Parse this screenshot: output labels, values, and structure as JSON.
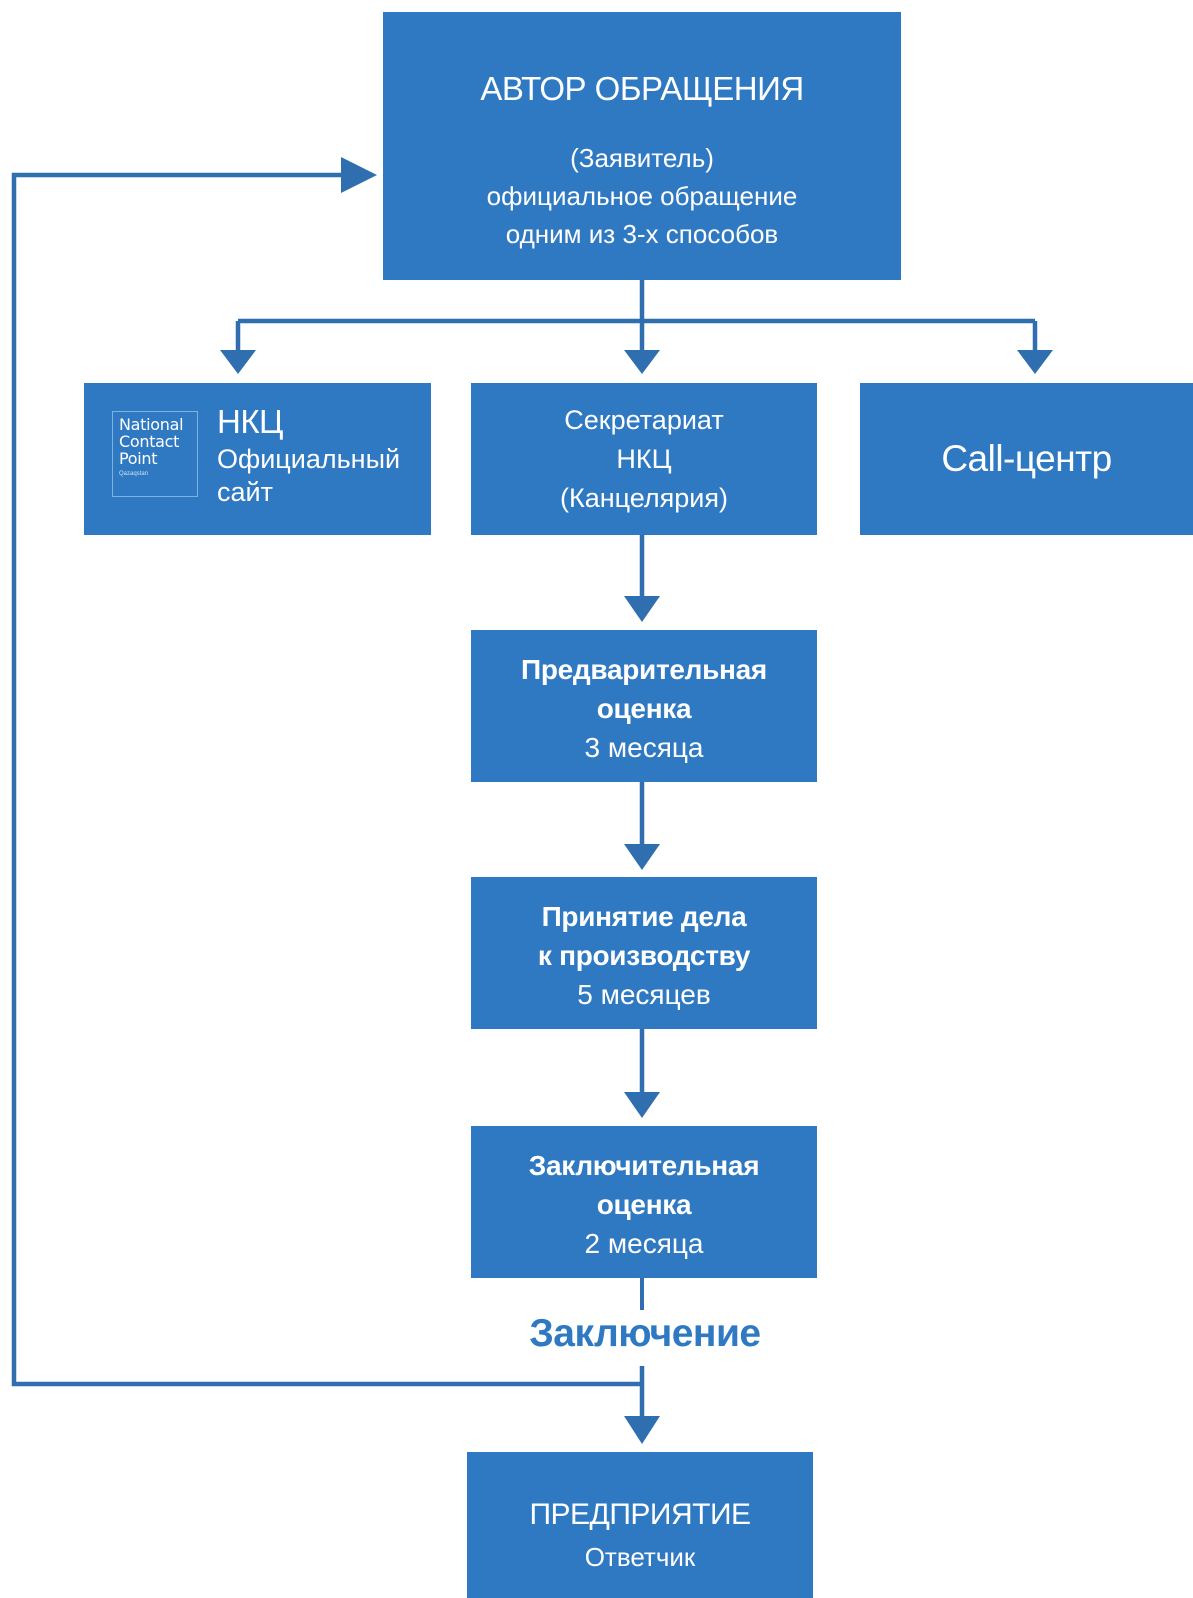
{
  "colors": {
    "box_fill": "#2f79c2",
    "connector": "#2f6fb0",
    "text_on_box": "#ffffff",
    "conclusion_text": "#2f79c2"
  },
  "author": {
    "title": "АВТОР ОБРАЩЕНИЯ",
    "lines": [
      "(Заявитель)",
      "официальное обращение",
      "одним из 3-х способов"
    ]
  },
  "website": {
    "logo_lines": [
      "National",
      "Contact",
      "Point"
    ],
    "logo_small": "Qazaqstan",
    "title": "НКЦ",
    "lines": [
      "Официальный",
      "сайт"
    ]
  },
  "secretariat": {
    "lines": [
      "Секретариат",
      "НКЦ",
      "(Канцелярия)"
    ]
  },
  "callcenter": {
    "title": "Call-центр"
  },
  "preliminary": {
    "lines": [
      "Предварительная",
      "оценка"
    ],
    "duration": "3 месяца"
  },
  "acceptance": {
    "lines": [
      "Принятие дела",
      "к производству"
    ],
    "duration": "5 месяцев"
  },
  "final": {
    "lines": [
      "Заключительная",
      "оценка"
    ],
    "duration": "2 месяца"
  },
  "conclusion": "Заключение",
  "enterprise": {
    "title": "ПРЕДПРИЯТИЕ",
    "sub": "Ответчик"
  }
}
